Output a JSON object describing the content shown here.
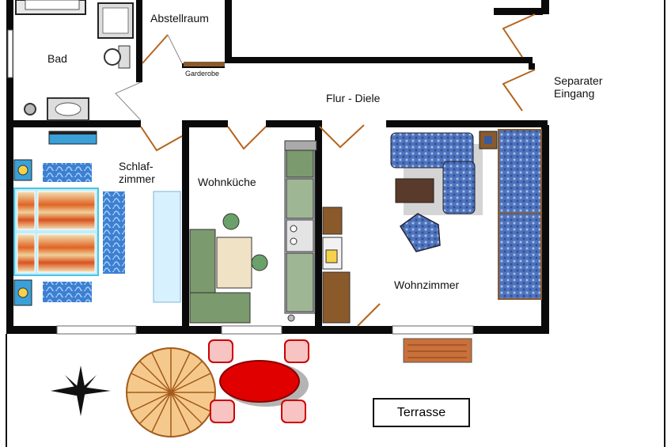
{
  "labels": {
    "abstellraum": "Abstellraum",
    "bad": "Bad",
    "garderobe": "Garderobe",
    "flur": "Flur - Diele",
    "separater": "Separater\nEingang",
    "schlafzimmer": "Schlaf-\nzimmer",
    "wohnkueche": "Wohnküche",
    "wohnzimmer": "Wohnzimmer",
    "terrasse": "Terrasse"
  },
  "colors": {
    "wall": "#0a0a0a",
    "sofa": "#5a7fc4",
    "bed_stripe": "#d9531e",
    "kitchen_green": "#7b9a6e",
    "table_red": "#e00000",
    "umbrella": "#f5c98c",
    "wood": "#8b5a2b",
    "door": "#b5651d"
  }
}
